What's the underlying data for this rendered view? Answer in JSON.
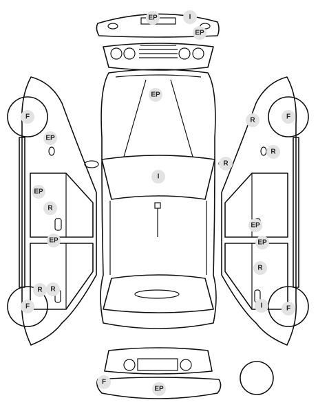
{
  "colors": {
    "line": "#111111",
    "badge_fill": "#e3e3e3",
    "badge_text": "#222222"
  },
  "markers": [
    {
      "id": "ep-rear-top",
      "label": "EP"
    },
    {
      "id": "i-rear-top",
      "label": "I"
    },
    {
      "id": "ep-rear-bumper",
      "label": "EP"
    },
    {
      "id": "ep-hood",
      "label": "EP"
    },
    {
      "id": "i-roof",
      "label": "I"
    },
    {
      "id": "f-left-front",
      "label": "F"
    },
    {
      "id": "ep-left-fender",
      "label": "EP"
    },
    {
      "id": "ep-left-door-front",
      "label": "EP"
    },
    {
      "id": "r-left-door-front",
      "label": "R"
    },
    {
      "id": "ep-left-sill",
      "label": "EP"
    },
    {
      "id": "r-left-rear-1",
      "label": "R"
    },
    {
      "id": "r-left-rear-2",
      "label": "R"
    },
    {
      "id": "f-left-rear",
      "label": "F"
    },
    {
      "id": "r-mirror",
      "label": "R"
    },
    {
      "id": "r-right-fender",
      "label": "R"
    },
    {
      "id": "f-right-front",
      "label": "F"
    },
    {
      "id": "r-right-light",
      "label": "R"
    },
    {
      "id": "ep-right-door",
      "label": "EP"
    },
    {
      "id": "ep-right-sill",
      "label": "EP"
    },
    {
      "id": "r-right-rear",
      "label": "R"
    },
    {
      "id": "i-right-rear",
      "label": "I"
    },
    {
      "id": "f-right-rear",
      "label": "F"
    },
    {
      "id": "f-front-bottom",
      "label": "F"
    },
    {
      "id": "ep-front-bottom",
      "label": "EP"
    }
  ]
}
